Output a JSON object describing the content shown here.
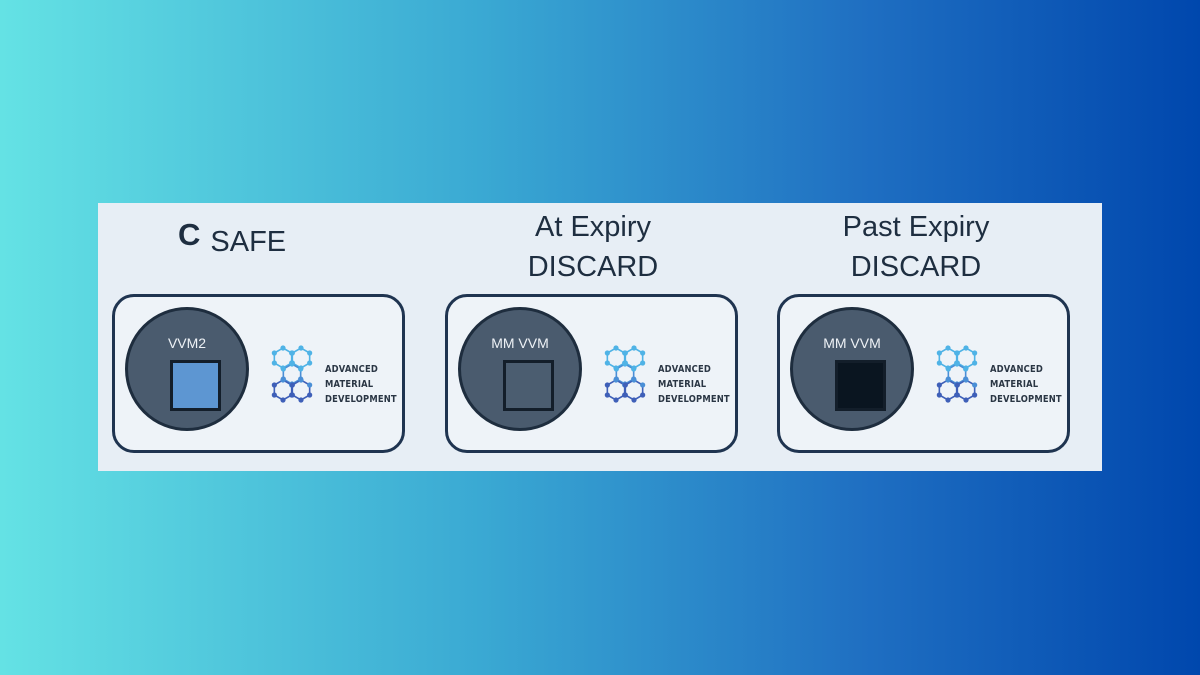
{
  "columns": [
    {
      "heading_prefix": "C",
      "heading_line1": "SAFE",
      "heading_line2": "",
      "indicator_label": "VVM2",
      "square_color": "#5d96d2",
      "brand": [
        "ADVANCED",
        "MATERIAL",
        "DEVELOPMENT"
      ]
    },
    {
      "heading_line1": "At Expiry",
      "heading_line2": "DISCARD",
      "indicator_label": "MM VVM",
      "square_color": "#4b5d70",
      "brand": [
        "ADVANCED",
        "MATERIAL",
        "DEVELOPMENT"
      ]
    },
    {
      "heading_line1": "Past Expiry",
      "heading_line2": "DISCARD",
      "indicator_label": "MM VVM",
      "square_color": "#0a1520",
      "brand": [
        "ADVANCED",
        "MATERIAL",
        "DEVELOPMENT"
      ]
    }
  ],
  "colors": {
    "logo_light": "#4fb3e6",
    "logo_dark": "#3e5fb8"
  }
}
